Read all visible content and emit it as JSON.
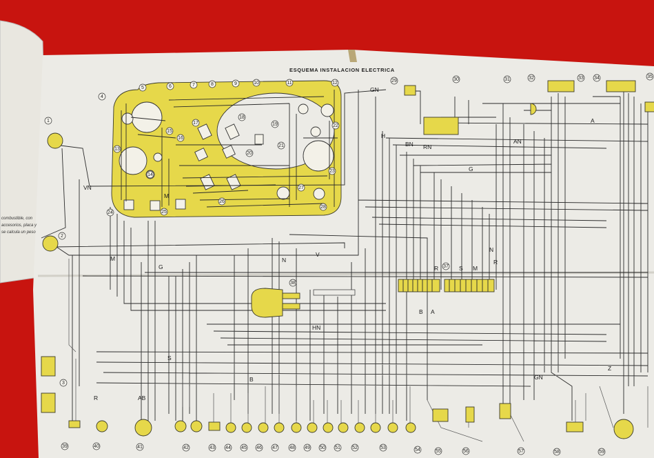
{
  "title": "ESQUEMA INSTALACION ELECTRICA",
  "side_text": [
    "combustible, con",
    "accesorios, placa y",
    "se calcula un peso"
  ],
  "callouts": [
    "1",
    "2",
    "3",
    "4",
    "5",
    "6",
    "7",
    "8",
    "9",
    "10",
    "11",
    "12",
    "13",
    "14",
    "15",
    "16",
    "17",
    "18",
    "19",
    "20",
    "21",
    "22",
    "23",
    "24",
    "25",
    "26",
    "27",
    "28",
    "29",
    "30",
    "31",
    "32",
    "33",
    "34",
    "35",
    "37",
    "38",
    "39",
    "40",
    "41",
    "42",
    "43",
    "44",
    "45",
    "46",
    "47",
    "48",
    "49",
    "50",
    "51",
    "52",
    "53",
    "54",
    "55",
    "56",
    "57",
    "58",
    "59"
  ],
  "wire_labels": [
    "GN",
    "H",
    "BN",
    "RN",
    "AN",
    "G",
    "A",
    "VN",
    "M",
    "N",
    "V",
    "S",
    "R",
    "B",
    "AB",
    "HN",
    "GN",
    "Z",
    "B",
    "A",
    "M",
    "G",
    "N",
    "R",
    "S",
    "M",
    "R"
  ],
  "colors": {
    "panel_yellow": "#e6d84a",
    "paper": "#ecebe6",
    "background_red": "#c8140f"
  }
}
